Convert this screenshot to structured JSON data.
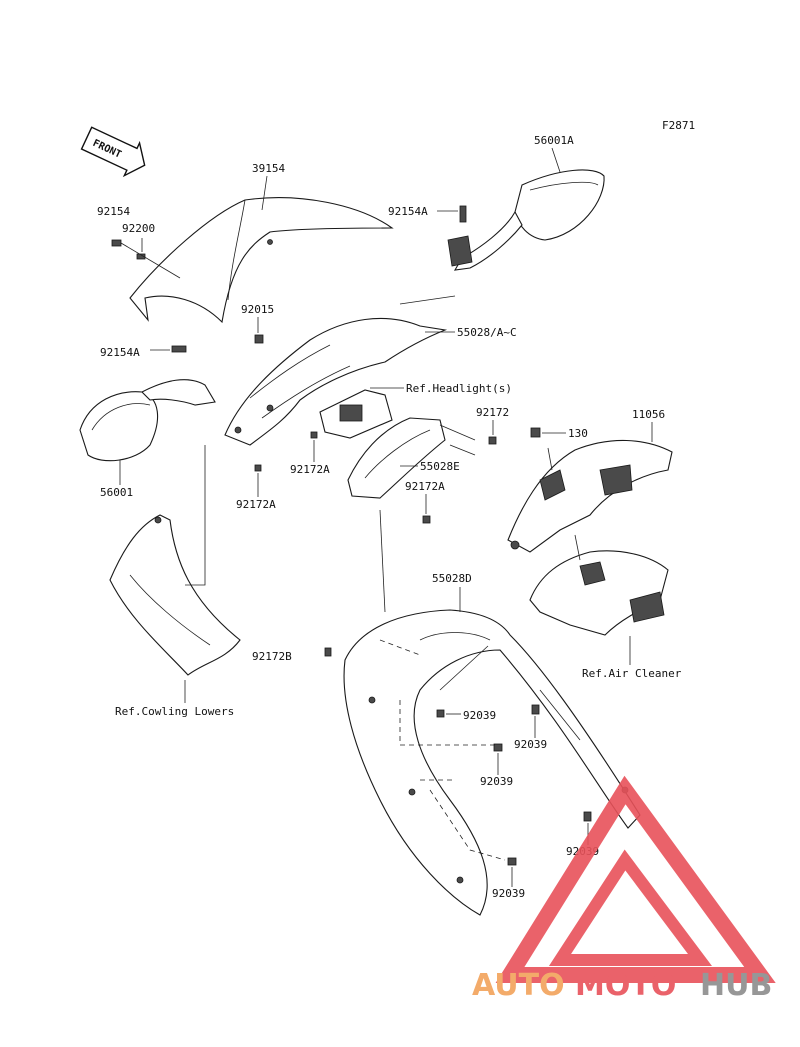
{
  "figure_code": "F2871",
  "front_arrow_text": "FRONT",
  "part_labels": {
    "p39154": "39154",
    "p56001A": "56001A",
    "p92154_top": "92154",
    "p92200": "92200",
    "p92154A_right": "92154A",
    "p92015": "92015",
    "p55028AC": "55028/A~C",
    "p92154A_left": "92154A",
    "p92172_right": "92172",
    "p11056": "11056",
    "p130": "130",
    "p56001": "56001",
    "p92172A_mid": "92172A",
    "p55028E": "55028E",
    "p92172A_low": "92172A",
    "p92172A_right": "92172A",
    "p55028D": "55028D",
    "p92172B": "92172B",
    "p92039_a": "92039",
    "p92039_b": "92039",
    "p92039_c": "92039",
    "p92039_d": "92039",
    "p92039_e": "92039"
  },
  "references": {
    "headlight": "Ref.Headlight(s)",
    "air_cleaner": "Ref.Air Cleaner",
    "cowling_lowers": "Ref.Cowling Lowers"
  },
  "watermark": {
    "part1": "AUTO",
    "part2": "MOTO",
    "part3": "HUB",
    "color_orange": "#f2a25a",
    "color_red": "#e8525a",
    "color_gray": "#8c8c8c"
  }
}
